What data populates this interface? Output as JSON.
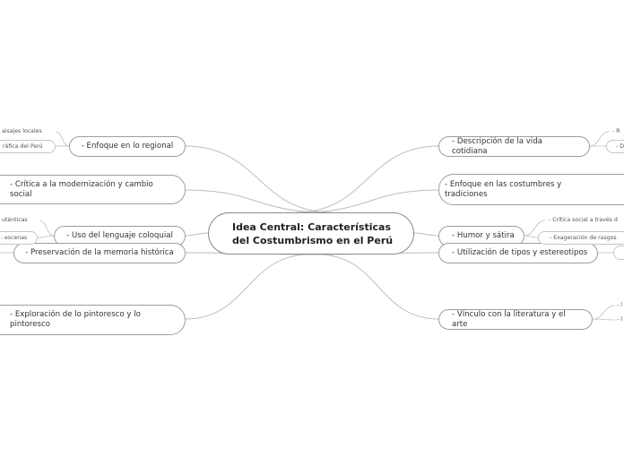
{
  "center": {
    "line1": "Idea Central: Características",
    "line2": "del Costumbrismo en el Perú"
  },
  "left_topics": [
    {
      "label": "- Enfoque en lo regional"
    },
    {
      "label": "- Crítica a la modernización y cambio social"
    },
    {
      "label": "- Uso del lenguaje coloquial"
    },
    {
      "label": "- Preservación de la memoria histórica"
    },
    {
      "label": "- Exploración de lo pintoresco y lo pintoresco"
    }
  ],
  "right_topics": [
    {
      "label": "- Descripción de la vida cotidiana"
    },
    {
      "label": "- Enfoque en las costumbres y tradiciones"
    },
    {
      "label": "- Humor y sátira"
    },
    {
      "label": "- Utilización de tipos y estereotipos"
    },
    {
      "label": "- Vínculo con la literatura y el arte"
    }
  ],
  "left_subtopics": {
    "regional": [
      "aisajes locales",
      "ráfica del Perú"
    ],
    "coloquial": [
      "uténticas",
      ": escenas"
    ]
  },
  "right_subtopics": {
    "vida": [
      "- R",
      "- D"
    ],
    "humor": [
      "- Crítica social a través d",
      "- Exageración de rasgos"
    ],
    "tipos": [
      ""
    ],
    "literatura": [
      "- l",
      "- l"
    ]
  },
  "colors": {
    "connector": "#bdbdbd",
    "border": "#9e9e9e",
    "text": "#333333"
  }
}
